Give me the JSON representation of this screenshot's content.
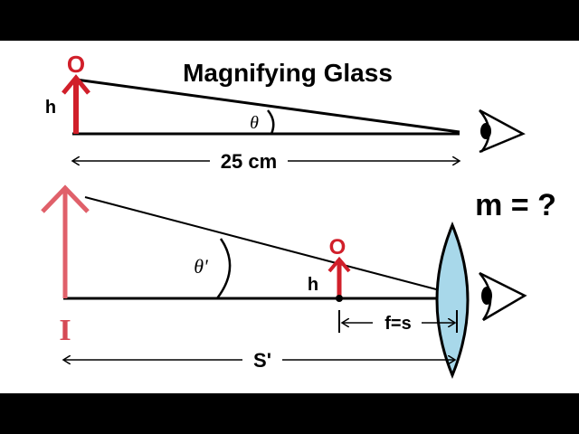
{
  "title": "Magnifying Glass",
  "top": {
    "object_label": "O",
    "height_label": "h",
    "angle_label": "θ",
    "distance_label": "25 cm"
  },
  "bottom": {
    "question": "m = ?",
    "image_label": "I",
    "object_label": "O",
    "height_label": "h",
    "angle_label": "θ'",
    "focal_label": "f=s",
    "image_distance_label": "S'"
  },
  "colors": {
    "object": "#d11f2a",
    "image": "#e0606a",
    "lens_fill": "#a8d8ea",
    "line": "#000000",
    "letterbox": "#000000"
  },
  "icons": [
    "eye-icon",
    "lens-icon"
  ]
}
